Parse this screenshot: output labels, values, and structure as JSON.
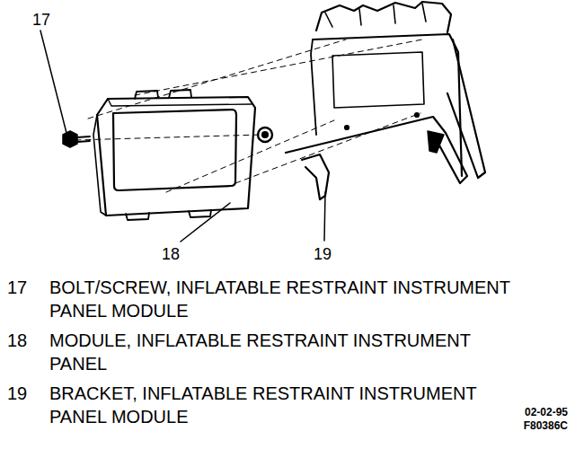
{
  "diagram": {
    "labels": [
      "17",
      "18",
      "19",
      "17",
      "BOLT/SCREW, INFLATABLE RESTRAINT INSTRUMENT PANEL MODULE",
      "18",
      "MODULE, INFLATABLE RESTRAINT INSTRUMENT PANEL",
      "19",
      "BRACKET, INFLATABLE RESTRAINT INSTRUMENT PANEL MODULE",
      "02-02-95",
      "F80386C"
    ]
  }
}
